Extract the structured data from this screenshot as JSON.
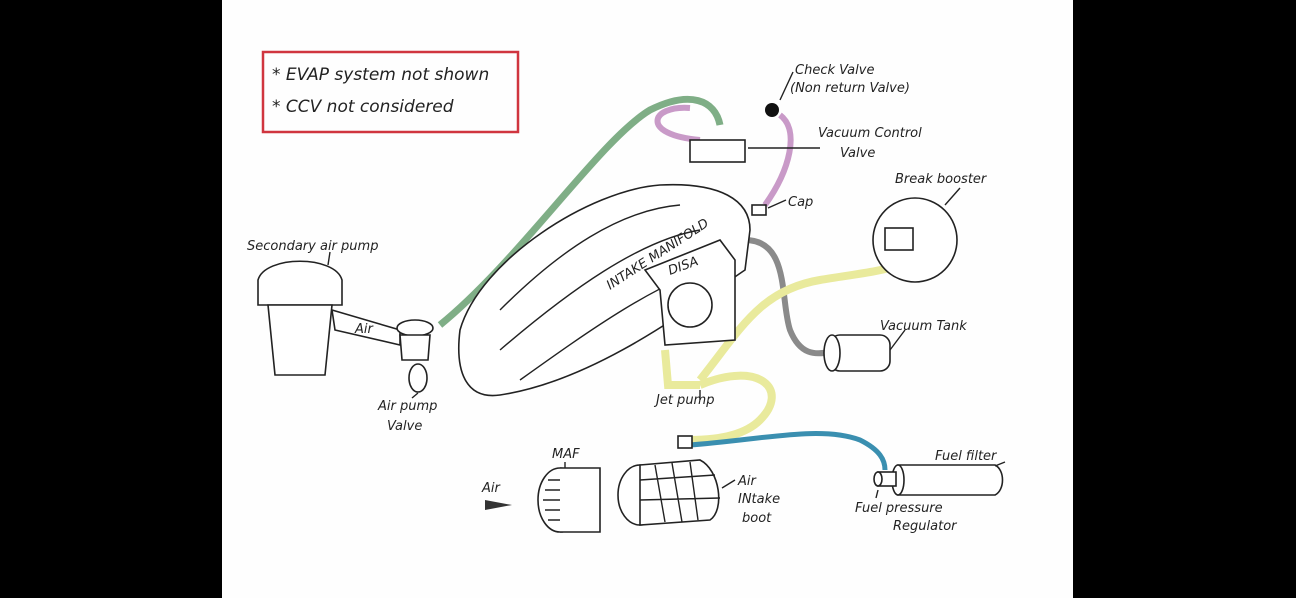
{
  "notes": [
    "* EVAP system not shown",
    "* CCV not considered"
  ],
  "labels": {
    "check_valve": "Check Valve",
    "check_valve_sub": "(Non return Valve)",
    "vacuum_control_valve_1": "Vacuum Control",
    "vacuum_control_valve_2": "Valve",
    "cap": "Cap",
    "brake_booster": "Break booster",
    "secondary_air_pump": "Secondary air pump",
    "intake_manifold": "INTAKE MANIFOLD",
    "disa": "DISA",
    "air_arrow_pump": "Air",
    "air_pump_valve_1": "Air pump",
    "air_pump_valve_2": "Valve",
    "vacuum_tank": "Vacuum Tank",
    "jet_pump": "Jet pump",
    "maf": "MAF",
    "air_inlet": "Air",
    "air_intake_boot_1": "Air",
    "air_intake_boot_2": "INtake",
    "air_intake_boot_3": "boot",
    "fuel_filter": "Fuel filter",
    "fuel_pressure_regulator_1": "Fuel pressure",
    "fuel_pressure_regulator_2": "Regulator"
  },
  "colors": {
    "note_border": "#d0353f",
    "green_hose": "#7fae86",
    "pink_hose": "#c99ac8",
    "yellow_hose": "#e9ea9c",
    "grey_hose": "#8a8a8a",
    "blue_hose": "#3a8fb0"
  }
}
